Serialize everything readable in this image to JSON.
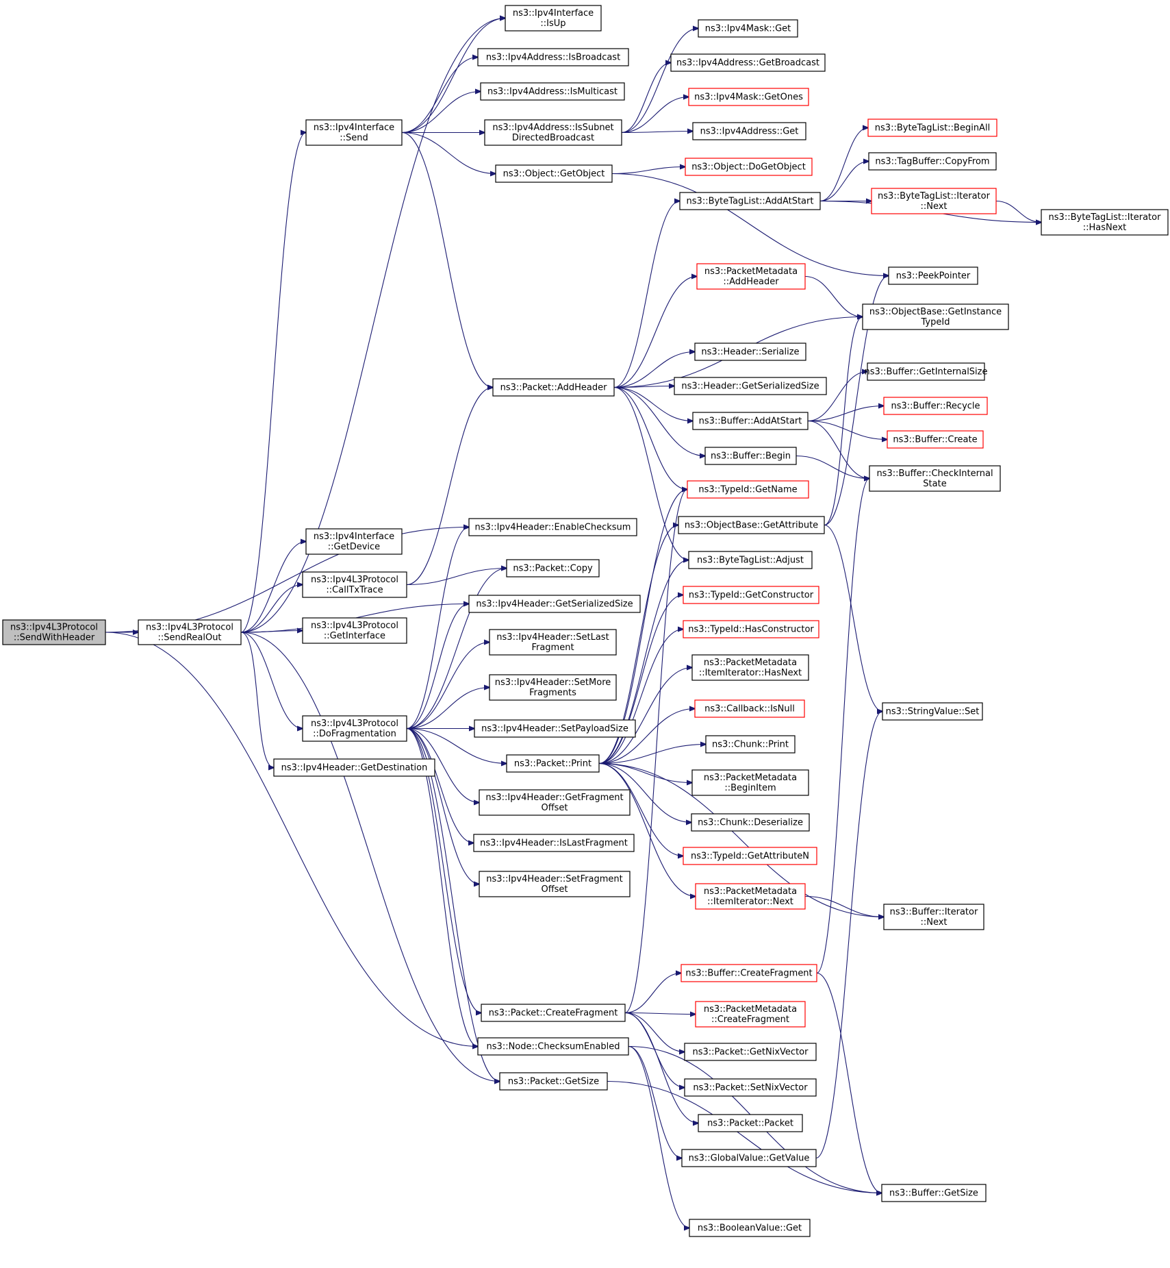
{
  "graph": {
    "nodes": [
      {
        "id": "n0",
        "lines": [
          "ns3::Ipv4L3Protocol",
          "::SendWithHeader"
        ],
        "truncated": false,
        "root": true
      },
      {
        "id": "n1",
        "lines": [
          "ns3::Ipv4L3Protocol",
          "::SendRealOut"
        ],
        "truncated": false
      },
      {
        "id": "n2",
        "lines": [
          "ns3::Ipv4Interface",
          "::IsUp"
        ],
        "truncated": false
      },
      {
        "id": "n3",
        "lines": [
          "ns3::Ipv4Address::IsBroadcast"
        ],
        "truncated": false
      },
      {
        "id": "n4",
        "lines": [
          "ns3::Ipv4Address::IsMulticast"
        ],
        "truncated": false
      },
      {
        "id": "n5",
        "lines": [
          "ns3::Ipv4Interface",
          "::Send"
        ],
        "truncated": false
      },
      {
        "id": "n6",
        "lines": [
          "ns3::Ipv4Address::IsSubnet",
          "DirectedBroadcast"
        ],
        "truncated": false
      },
      {
        "id": "n7",
        "lines": [
          "ns3::Object::GetObject"
        ],
        "truncated": false
      },
      {
        "id": "n8",
        "lines": [
          "ns3::Ipv4Mask::Get"
        ],
        "truncated": false
      },
      {
        "id": "n9",
        "lines": [
          "ns3::Ipv4Address::GetBroadcast"
        ],
        "truncated": false
      },
      {
        "id": "n10",
        "lines": [
          "ns3::Ipv4Mask::GetOnes"
        ],
        "truncated": true
      },
      {
        "id": "n11",
        "lines": [
          "ns3::Ipv4Address::Get"
        ],
        "truncated": false
      },
      {
        "id": "n12",
        "lines": [
          "ns3::Object::DoGetObject"
        ],
        "truncated": true
      },
      {
        "id": "n13",
        "lines": [
          "ns3::ByteTagList::AddAtStart"
        ],
        "truncated": false
      },
      {
        "id": "n14",
        "lines": [
          "ns3::ByteTagList::BeginAll"
        ],
        "truncated": true
      },
      {
        "id": "n15",
        "lines": [
          "ns3::TagBuffer::CopyFrom"
        ],
        "truncated": false
      },
      {
        "id": "n16",
        "lines": [
          "ns3::ByteTagList::Iterator",
          "::Next"
        ],
        "truncated": true
      },
      {
        "id": "n17",
        "lines": [
          "ns3::ByteTagList::Iterator",
          "::HasNext"
        ],
        "truncated": false
      },
      {
        "id": "n18",
        "lines": [
          "ns3::PeekPointer"
        ],
        "truncated": false
      },
      {
        "id": "n19",
        "lines": [
          "ns3::PacketMetadata",
          "::AddHeader"
        ],
        "truncated": true
      },
      {
        "id": "n20",
        "lines": [
          "ns3::ObjectBase::GetInstance",
          "TypeId"
        ],
        "truncated": false
      },
      {
        "id": "n21",
        "lines": [
          "ns3::Header::Serialize"
        ],
        "truncated": false
      },
      {
        "id": "n22",
        "lines": [
          "ns3::Header::GetSerializedSize"
        ],
        "truncated": false
      },
      {
        "id": "n23",
        "lines": [
          "ns3::Packet::AddHeader"
        ],
        "truncated": false
      },
      {
        "id": "n24",
        "lines": [
          "ns3::Buffer::GetInternalSize"
        ],
        "truncated": false
      },
      {
        "id": "n25",
        "lines": [
          "ns3::Buffer::AddAtStart"
        ],
        "truncated": false
      },
      {
        "id": "n26",
        "lines": [
          "ns3::Buffer::Recycle"
        ],
        "truncated": true
      },
      {
        "id": "n27",
        "lines": [
          "ns3::Buffer::Create"
        ],
        "truncated": true
      },
      {
        "id": "n28",
        "lines": [
          "ns3::Buffer::Begin"
        ],
        "truncated": false
      },
      {
        "id": "n29",
        "lines": [
          "ns3::Buffer::CheckInternal",
          "State"
        ],
        "truncated": false
      },
      {
        "id": "n30",
        "lines": [
          "ns3::TypeId::GetName"
        ],
        "truncated": true
      },
      {
        "id": "n31",
        "lines": [
          "ns3::ObjectBase::GetAttribute"
        ],
        "truncated": false
      },
      {
        "id": "n32",
        "lines": [
          "ns3::Ipv4Header::EnableChecksum"
        ],
        "truncated": false
      },
      {
        "id": "n33",
        "lines": [
          "ns3::Ipv4Interface",
          "::GetDevice"
        ],
        "truncated": false
      },
      {
        "id": "n34",
        "lines": [
          "ns3::Packet::Copy"
        ],
        "truncated": false
      },
      {
        "id": "n35",
        "lines": [
          "ns3::ByteTagList::Adjust"
        ],
        "truncated": false
      },
      {
        "id": "n36",
        "lines": [
          "ns3::Ipv4L3Protocol",
          "::CallTxTrace"
        ],
        "truncated": false
      },
      {
        "id": "n37",
        "lines": [
          "ns3::TypeId::GetConstructor"
        ],
        "truncated": true
      },
      {
        "id": "n38",
        "lines": [
          "ns3::Ipv4Header::GetSerializedSize"
        ],
        "truncated": false
      },
      {
        "id": "n39",
        "lines": [
          "ns3::Ipv4L3Protocol",
          "::GetInterface"
        ],
        "truncated": false
      },
      {
        "id": "n40",
        "lines": [
          "ns3::TypeId::HasConstructor"
        ],
        "truncated": true
      },
      {
        "id": "n41",
        "lines": [
          "ns3::Ipv4Header::SetLast",
          "Fragment"
        ],
        "truncated": false
      },
      {
        "id": "n42",
        "lines": [
          "ns3::PacketMetadata",
          "::ItemIterator::HasNext"
        ],
        "truncated": false
      },
      {
        "id": "n43",
        "lines": [
          "ns3::Ipv4Header::SetMore",
          "Fragments"
        ],
        "truncated": false
      },
      {
        "id": "n44",
        "lines": [
          "ns3::Callback::IsNull"
        ],
        "truncated": true
      },
      {
        "id": "n45",
        "lines": [
          "ns3::StringValue::Set"
        ],
        "truncated": false
      },
      {
        "id": "n46",
        "lines": [
          "ns3::Ipv4L3Protocol",
          "::DoFragmentation"
        ],
        "truncated": false
      },
      {
        "id": "n47",
        "lines": [
          "ns3::Ipv4Header::SetPayloadSize"
        ],
        "truncated": false
      },
      {
        "id": "n48",
        "lines": [
          "ns3::Chunk::Print"
        ],
        "truncated": false
      },
      {
        "id": "n49",
        "lines": [
          "ns3::Packet::Print"
        ],
        "truncated": false
      },
      {
        "id": "n50",
        "lines": [
          "ns3::Ipv4Header::GetDestination"
        ],
        "truncated": false
      },
      {
        "id": "n51",
        "lines": [
          "ns3::PacketMetadata",
          "::BeginItem"
        ],
        "truncated": false
      },
      {
        "id": "n52",
        "lines": [
          "ns3::Ipv4Header::GetFragment",
          "Offset"
        ],
        "truncated": false
      },
      {
        "id": "n53",
        "lines": [
          "ns3::Chunk::Deserialize"
        ],
        "truncated": false
      },
      {
        "id": "n54",
        "lines": [
          "ns3::Ipv4Header::IsLastFragment"
        ],
        "truncated": false
      },
      {
        "id": "n55",
        "lines": [
          "ns3::TypeId::GetAttributeN"
        ],
        "truncated": true
      },
      {
        "id": "n56",
        "lines": [
          "ns3::Ipv4Header::SetFragment",
          "Offset"
        ],
        "truncated": false
      },
      {
        "id": "n57",
        "lines": [
          "ns3::PacketMetadata",
          "::ItemIterator::Next"
        ],
        "truncated": true
      },
      {
        "id": "n58",
        "lines": [
          "ns3::Buffer::Iterator",
          "::Next"
        ],
        "truncated": false
      },
      {
        "id": "n59",
        "lines": [
          "ns3::Buffer::CreateFragment"
        ],
        "truncated": true
      },
      {
        "id": "n60",
        "lines": [
          "ns3::Packet::CreateFragment"
        ],
        "truncated": false
      },
      {
        "id": "n61",
        "lines": [
          "ns3::PacketMetadata",
          "::CreateFragment"
        ],
        "truncated": true
      },
      {
        "id": "n62",
        "lines": [
          "ns3::Node::ChecksumEnabled"
        ],
        "truncated": false
      },
      {
        "id": "n63",
        "lines": [
          "ns3::Packet::GetNixVector"
        ],
        "truncated": false
      },
      {
        "id": "n64",
        "lines": [
          "ns3::Packet::GetSize"
        ],
        "truncated": false
      },
      {
        "id": "n65",
        "lines": [
          "ns3::Packet::SetNixVector"
        ],
        "truncated": false
      },
      {
        "id": "n66",
        "lines": [
          "ns3::Packet::Packet"
        ],
        "truncated": false
      },
      {
        "id": "n67",
        "lines": [
          "ns3::GlobalValue::GetValue"
        ],
        "truncated": false
      },
      {
        "id": "n68",
        "lines": [
          "ns3::Buffer::GetSize"
        ],
        "truncated": false
      },
      {
        "id": "n69",
        "lines": [
          "ns3::BooleanValue::Get"
        ],
        "truncated": false
      }
    ],
    "edges": [
      [
        "n0",
        "n1"
      ],
      [
        "n0",
        "n32"
      ],
      [
        "n0",
        "n62"
      ],
      [
        "n1",
        "n2"
      ],
      [
        "n1",
        "n5"
      ],
      [
        "n1",
        "n33"
      ],
      [
        "n1",
        "n36"
      ],
      [
        "n1",
        "n39"
      ],
      [
        "n1",
        "n38"
      ],
      [
        "n1",
        "n46"
      ],
      [
        "n1",
        "n50"
      ],
      [
        "n1",
        "n64"
      ],
      [
        "n5",
        "n2"
      ],
      [
        "n5",
        "n3"
      ],
      [
        "n5",
        "n4"
      ],
      [
        "n5",
        "n6"
      ],
      [
        "n5",
        "n7"
      ],
      [
        "n5",
        "n23"
      ],
      [
        "n6",
        "n8"
      ],
      [
        "n6",
        "n9"
      ],
      [
        "n6",
        "n10"
      ],
      [
        "n6",
        "n11"
      ],
      [
        "n7",
        "n12"
      ],
      [
        "n7",
        "n18"
      ],
      [
        "n13",
        "n14"
      ],
      [
        "n13",
        "n15"
      ],
      [
        "n13",
        "n16"
      ],
      [
        "n13",
        "n17"
      ],
      [
        "n16",
        "n17"
      ],
      [
        "n19",
        "n20"
      ],
      [
        "n23",
        "n13"
      ],
      [
        "n23",
        "n19"
      ],
      [
        "n23",
        "n20"
      ],
      [
        "n23",
        "n21"
      ],
      [
        "n23",
        "n22"
      ],
      [
        "n23",
        "n25"
      ],
      [
        "n23",
        "n28"
      ],
      [
        "n23",
        "n30"
      ],
      [
        "n23",
        "n35"
      ],
      [
        "n25",
        "n24"
      ],
      [
        "n25",
        "n26"
      ],
      [
        "n25",
        "n27"
      ],
      [
        "n25",
        "n29"
      ],
      [
        "n28",
        "n29"
      ],
      [
        "n31",
        "n18"
      ],
      [
        "n31",
        "n20"
      ],
      [
        "n31",
        "n45"
      ],
      [
        "n36",
        "n23"
      ],
      [
        "n36",
        "n34"
      ],
      [
        "n46",
        "n32"
      ],
      [
        "n46",
        "n34"
      ],
      [
        "n46",
        "n38"
      ],
      [
        "n46",
        "n41"
      ],
      [
        "n46",
        "n43"
      ],
      [
        "n46",
        "n47"
      ],
      [
        "n46",
        "n49"
      ],
      [
        "n46",
        "n52"
      ],
      [
        "n46",
        "n54"
      ],
      [
        "n46",
        "n56"
      ],
      [
        "n46",
        "n60"
      ],
      [
        "n46",
        "n62"
      ],
      [
        "n46",
        "n64"
      ],
      [
        "n49",
        "n30"
      ],
      [
        "n49",
        "n31"
      ],
      [
        "n49",
        "n35"
      ],
      [
        "n49",
        "n37"
      ],
      [
        "n49",
        "n40"
      ],
      [
        "n49",
        "n42"
      ],
      [
        "n49",
        "n44"
      ],
      [
        "n49",
        "n48"
      ],
      [
        "n49",
        "n51"
      ],
      [
        "n49",
        "n53"
      ],
      [
        "n49",
        "n55"
      ],
      [
        "n49",
        "n57"
      ],
      [
        "n49",
        "n58"
      ],
      [
        "n57",
        "n58"
      ],
      [
        "n59",
        "n29"
      ],
      [
        "n59",
        "n68"
      ],
      [
        "n60",
        "n30"
      ],
      [
        "n60",
        "n59"
      ],
      [
        "n60",
        "n61"
      ],
      [
        "n60",
        "n63"
      ],
      [
        "n60",
        "n65"
      ],
      [
        "n60",
        "n66"
      ],
      [
        "n62",
        "n67"
      ],
      [
        "n62",
        "n68"
      ],
      [
        "n62",
        "n69"
      ],
      [
        "n64",
        "n68"
      ],
      [
        "n67",
        "n45"
      ]
    ]
  }
}
